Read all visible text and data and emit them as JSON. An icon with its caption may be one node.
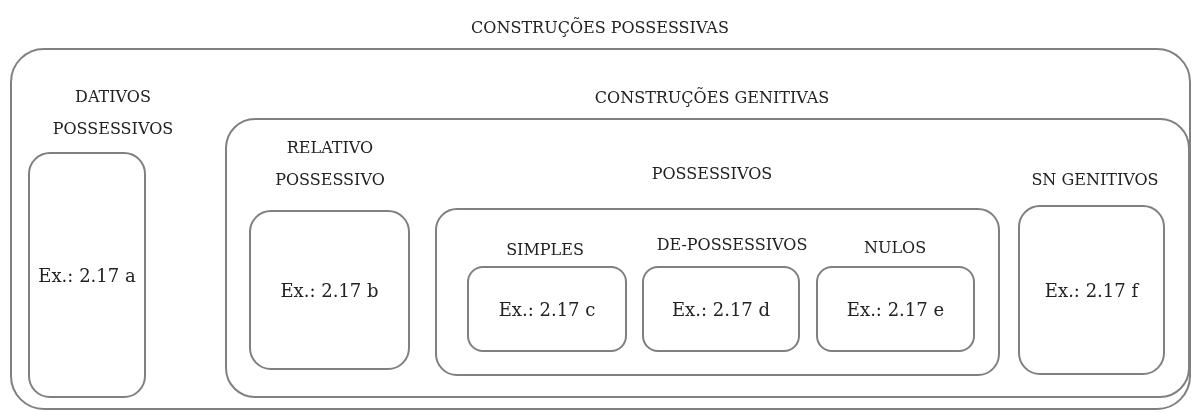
{
  "diagram": {
    "nodes": [
      {
        "text": [
          "CONSTRUÇÕES POSSESSIVAS"
        ]
      },
      {
        "text": [
          "DATIVOS POSSESSIVOS",
          "Ex.: 2.17 a"
        ],
        "in": 0
      },
      {
        "text": [
          "CONSTRUÇÕES GENITIVAS"
        ],
        "in": 0
      },
      {
        "text": [
          "RELATIVO POSSESSIVO",
          "Ex.: 2.17 b"
        ],
        "in": 2
      },
      {
        "text": [
          "POSSESSIVOS"
        ],
        "in": 2
      },
      {
        "text": [
          "SIMPLES",
          "Ex.: 2.17 c"
        ],
        "in": 4
      },
      {
        "text": [
          "DE-POSSESSIVOS",
          "Ex.: 2.17 d"
        ],
        "in": 4
      },
      {
        "text": [
          "NULOS",
          "Ex.: 2.17 e"
        ],
        "in": 4
      },
      {
        "text": [
          "SN GENITIVOS",
          "Ex.: 2.17 f"
        ],
        "in": 2
      }
    ],
    "edges": []
  }
}
